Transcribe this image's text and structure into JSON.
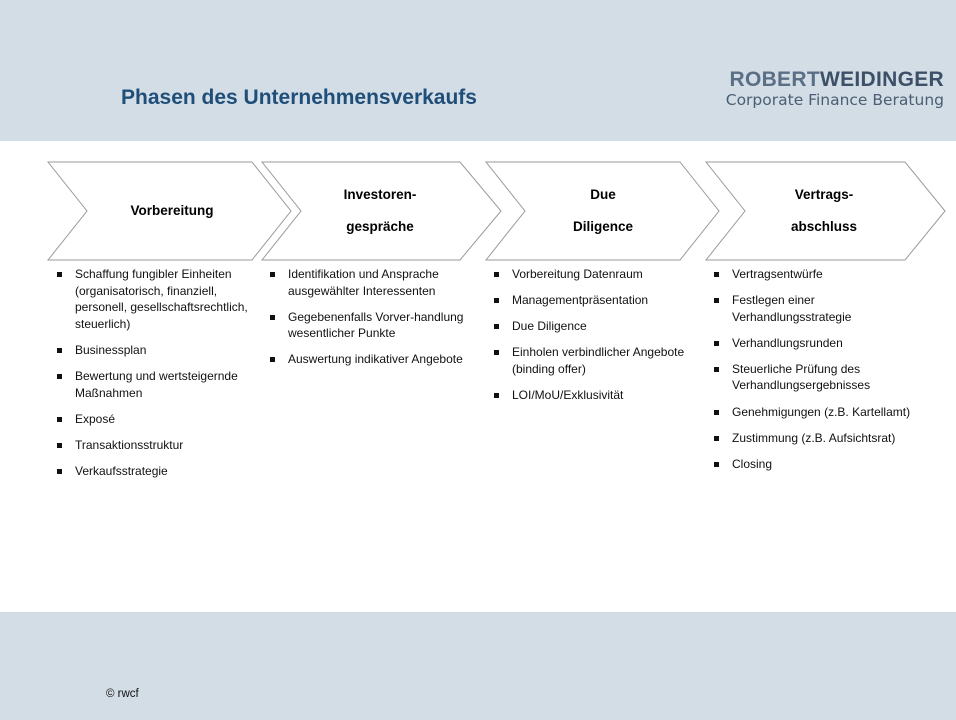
{
  "title": "Phasen des Unternehmensverkaufs",
  "brand": {
    "name_first": "ROBERT",
    "name_last": "WEIDINGER",
    "subtitle": "Corporate Finance Beratung"
  },
  "colors": {
    "band": "#d3dde6",
    "title": "#1f4e79",
    "arrow_stroke": "#9a9a9a"
  },
  "phases": [
    {
      "label_lines": [
        "Vorbereitung"
      ],
      "items": [
        "Schaffung fungibler Einheiten (organisatorisch, finanziell, personell, gesellschaftsrechtlich, steuerlich)",
        "Businessplan",
        "Bewertung und wertsteigernde Maßnahmen",
        "Exposé",
        "Transaktionsstruktur",
        "Verkaufsstrategie"
      ]
    },
    {
      "label_lines": [
        "Investoren-",
        "gespräche"
      ],
      "items": [
        "Identifikation und Ansprache ausgewählter Interessenten",
        "Gegebenenfalls Vorver-handlung wesentlicher Punkte",
        "Auswertung indikativer Angebote"
      ]
    },
    {
      "label_lines": [
        "Due",
        "Diligence"
      ],
      "items": [
        "Vorbereitung Datenraum",
        "Managementpräsentation",
        "Due Diligence",
        "Einholen verbindlicher Angebote (binding offer)",
        "LOI/MoU/Exklusivität"
      ]
    },
    {
      "label_lines": [
        "Vertrags-",
        "abschluss"
      ],
      "items": [
        "Vertragsentwürfe",
        "Festlegen einer Verhandlungsstrategie",
        "Verhandlungsrunden",
        "Steuerliche Prüfung des Verhandlungsergebnisses",
        "Genehmigungen (z.B. Kartellamt)",
        "Zustimmung (z.B. Aufsichtsrat)",
        "Closing"
      ]
    }
  ],
  "footer": {
    "copyright": "© rwcf"
  }
}
